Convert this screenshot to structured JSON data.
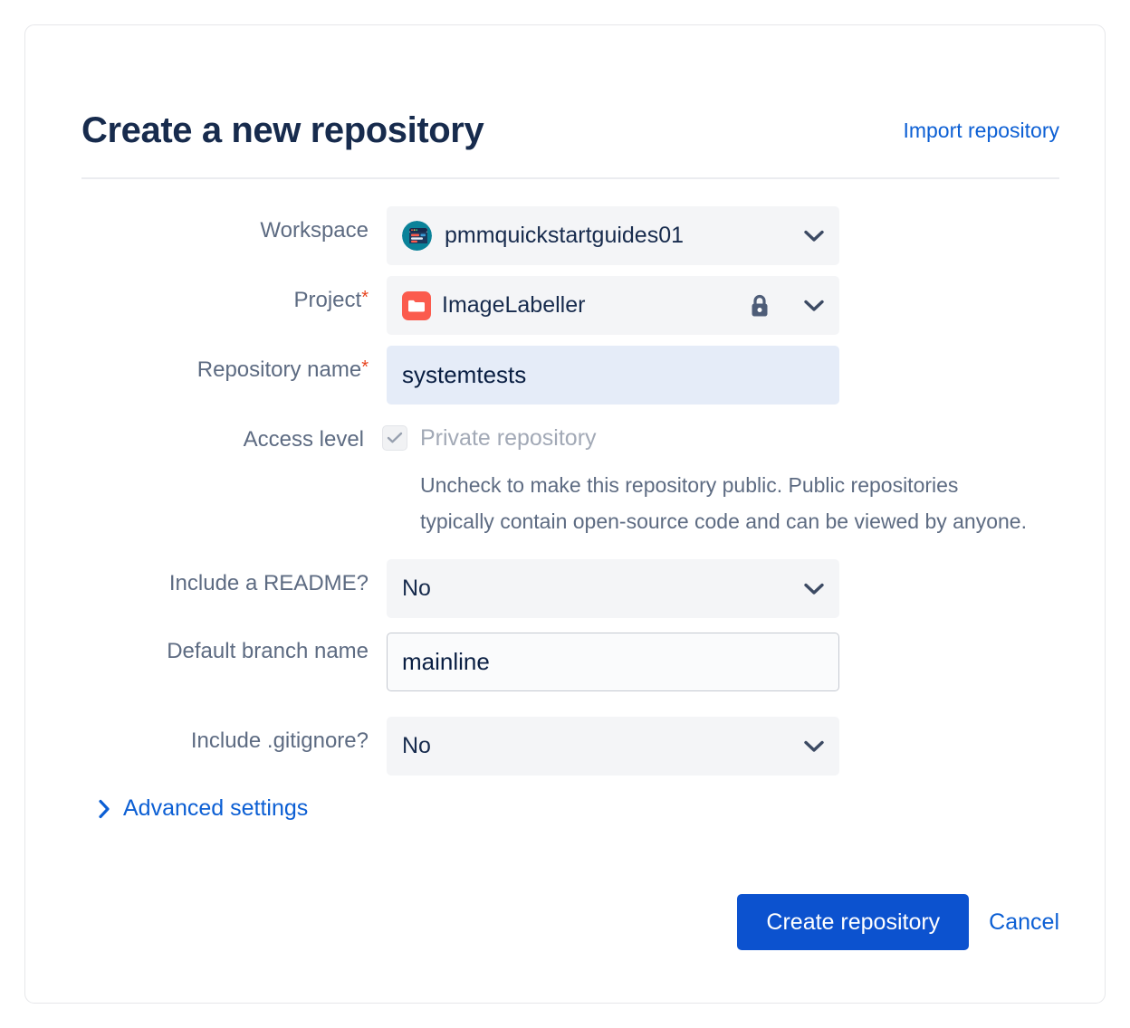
{
  "header": {
    "title": "Create a new repository",
    "import_link": "Import repository"
  },
  "form": {
    "workspace": {
      "label": "Workspace",
      "value": "pmmquickstartguides01",
      "avatar_icon": "workspace-avatar-icon",
      "chevron_icon": "chevron-down-icon"
    },
    "project": {
      "label": "Project",
      "required_mark": "*",
      "value": "ImageLabeller",
      "project_icon": "folder-icon",
      "lock_icon": "lock-icon",
      "chevron_icon": "chevron-down-icon"
    },
    "repository_name": {
      "label": "Repository name",
      "required_mark": "*",
      "value": "systemtests",
      "placeholder": ""
    },
    "access_level": {
      "label": "Access level",
      "checkbox_label": "Private repository",
      "checked": true,
      "disabled": true,
      "help_text": "Uncheck to make this repository public. Public repositories typically contain open-source code and can be viewed by anyone."
    },
    "include_readme": {
      "label": "Include a README?",
      "value": "No",
      "chevron_icon": "chevron-down-icon"
    },
    "default_branch": {
      "label": "Default branch name",
      "value": "mainline",
      "placeholder": ""
    },
    "include_gitignore": {
      "label": "Include .gitignore?",
      "value": "No",
      "chevron_icon": "chevron-down-icon"
    },
    "advanced_settings": {
      "label": "Advanced settings",
      "chevron_icon": "chevron-right-icon",
      "expanded": false
    }
  },
  "actions": {
    "create_label": "Create repository",
    "cancel_label": "Cancel"
  },
  "colors": {
    "primary_blue": "#0c52cf",
    "link_blue": "#0c5fd4",
    "title_navy": "#172b4d",
    "label_gray": "#5d6b82",
    "field_gray": "#f4f5f7",
    "field_focus_blue": "#e5ecf8",
    "required_red": "#e8441f",
    "project_icon_red": "#fb5b4d",
    "workspace_avatar_teal": "#0a8299"
  }
}
